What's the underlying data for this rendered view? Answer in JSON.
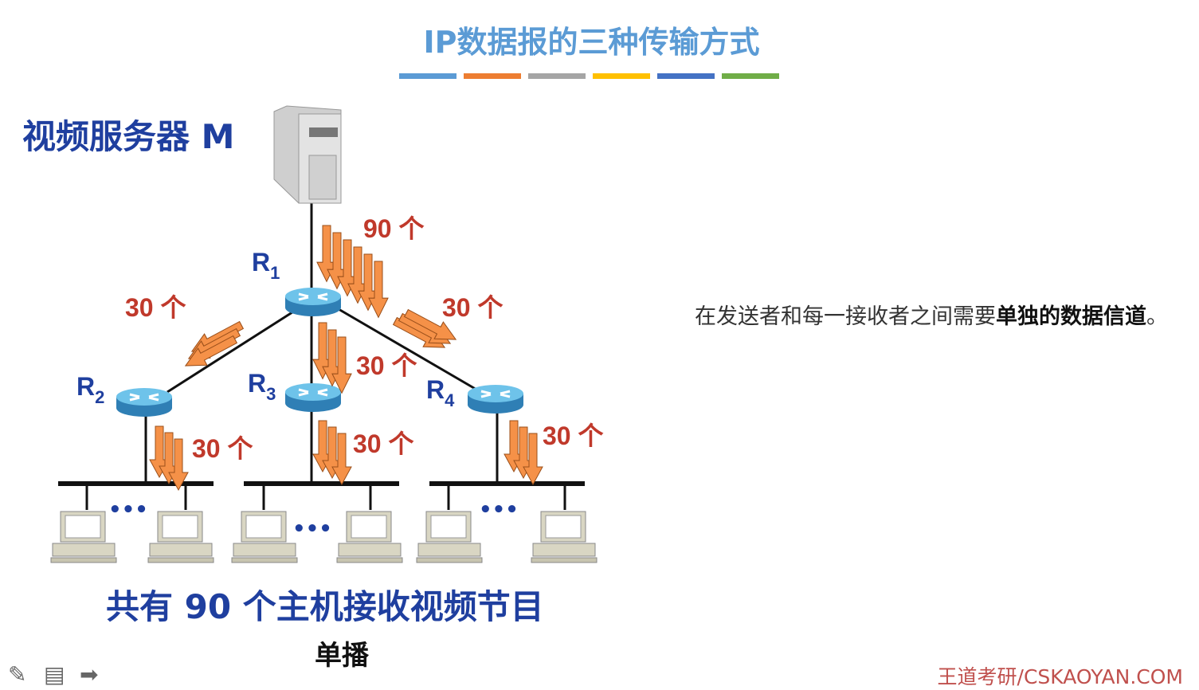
{
  "title": "IP数据报的三种传输方式",
  "color_bars": [
    "#5b9bd5",
    "#ed7d31",
    "#a5a5a5",
    "#ffc000",
    "#4472c4",
    "#70ad47"
  ],
  "server_label": "视频服务器 M",
  "routers": [
    {
      "name": "R",
      "sub": "1"
    },
    {
      "name": "R",
      "sub": "2"
    },
    {
      "name": "R",
      "sub": "3"
    },
    {
      "name": "R",
      "sub": "4"
    }
  ],
  "counts": {
    "server_r1": "90 个",
    "r1_r2": "30 个",
    "r1_r3": "30 个",
    "r1_r4": "30 个",
    "r2_lan": "30 个",
    "r3_lan": "30 个",
    "r4_lan": "30 个"
  },
  "ellipsis": "•••",
  "description": {
    "normal": "在发送者和每一接收者之间需要",
    "bold": "单独的数据信道",
    "end": "。"
  },
  "caption": "共有 90 个主机接收视频节目",
  "mode": "单播",
  "brand": "王道考研/CSKAOYAN.COM",
  "toolbar": {
    "pen": "pen-icon",
    "notes": "notes-icon",
    "next": "arrow-right-icon"
  }
}
